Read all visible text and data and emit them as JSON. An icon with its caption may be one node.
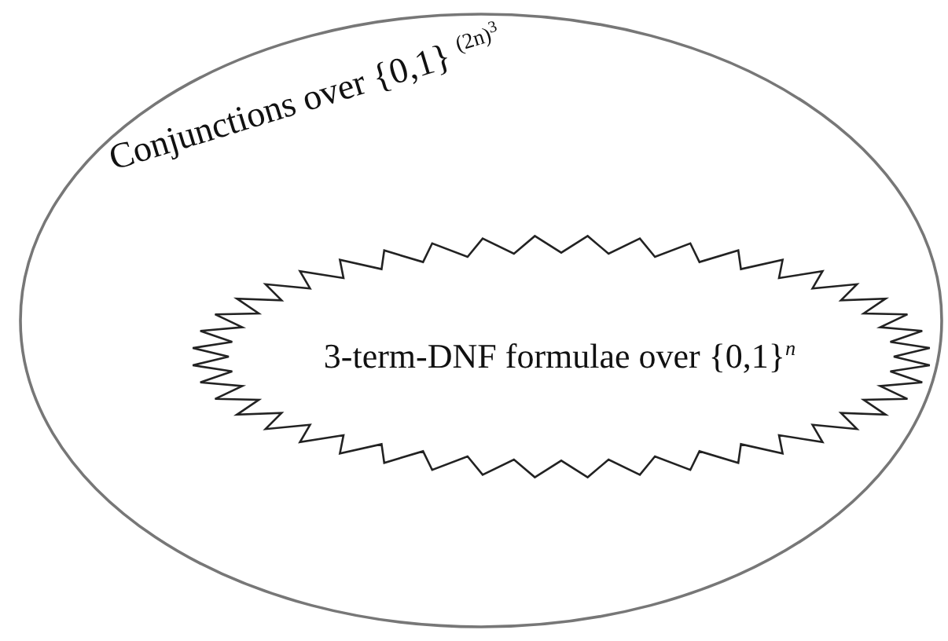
{
  "diagram": {
    "nodes": [
      {
        "text": [
          "Conjunctions over {0,1} $^{(2n)}$$^{3}$"
        ]
      },
      {
        "text": [
          "3-term-DNF formulae over {0,1}$^{n}$"
        ],
        "in": 0
      }
    ]
  }
}
